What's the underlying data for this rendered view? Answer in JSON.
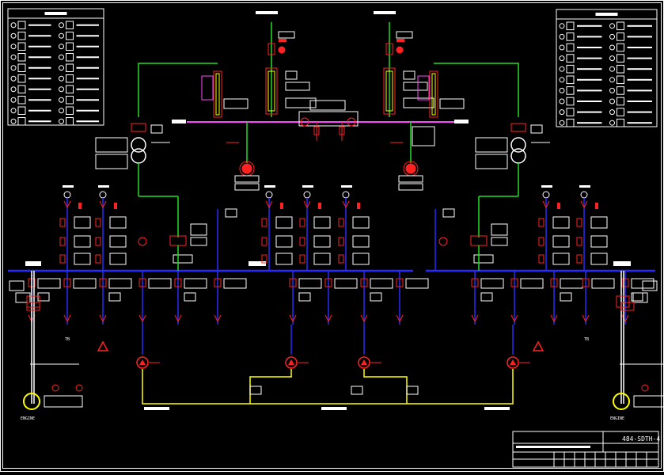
{
  "drawing": {
    "number": "484-SDTH-4",
    "feeder_tag": "TB",
    "engine_tag": "ENGINE"
  },
  "colors": {
    "background": "#000000",
    "bus": "#2a2aff",
    "hv_line": "#22dd22",
    "breaker": "#ff2222",
    "yellow": "#ffff00",
    "white": "#ffffff",
    "magenta": "#ff44ff",
    "cyan": "#00ffff"
  },
  "icons": [
    "transformer-icon",
    "generator-icon",
    "breaker-icon",
    "motor-icon",
    "meter-icon",
    "fuse-icon"
  ]
}
